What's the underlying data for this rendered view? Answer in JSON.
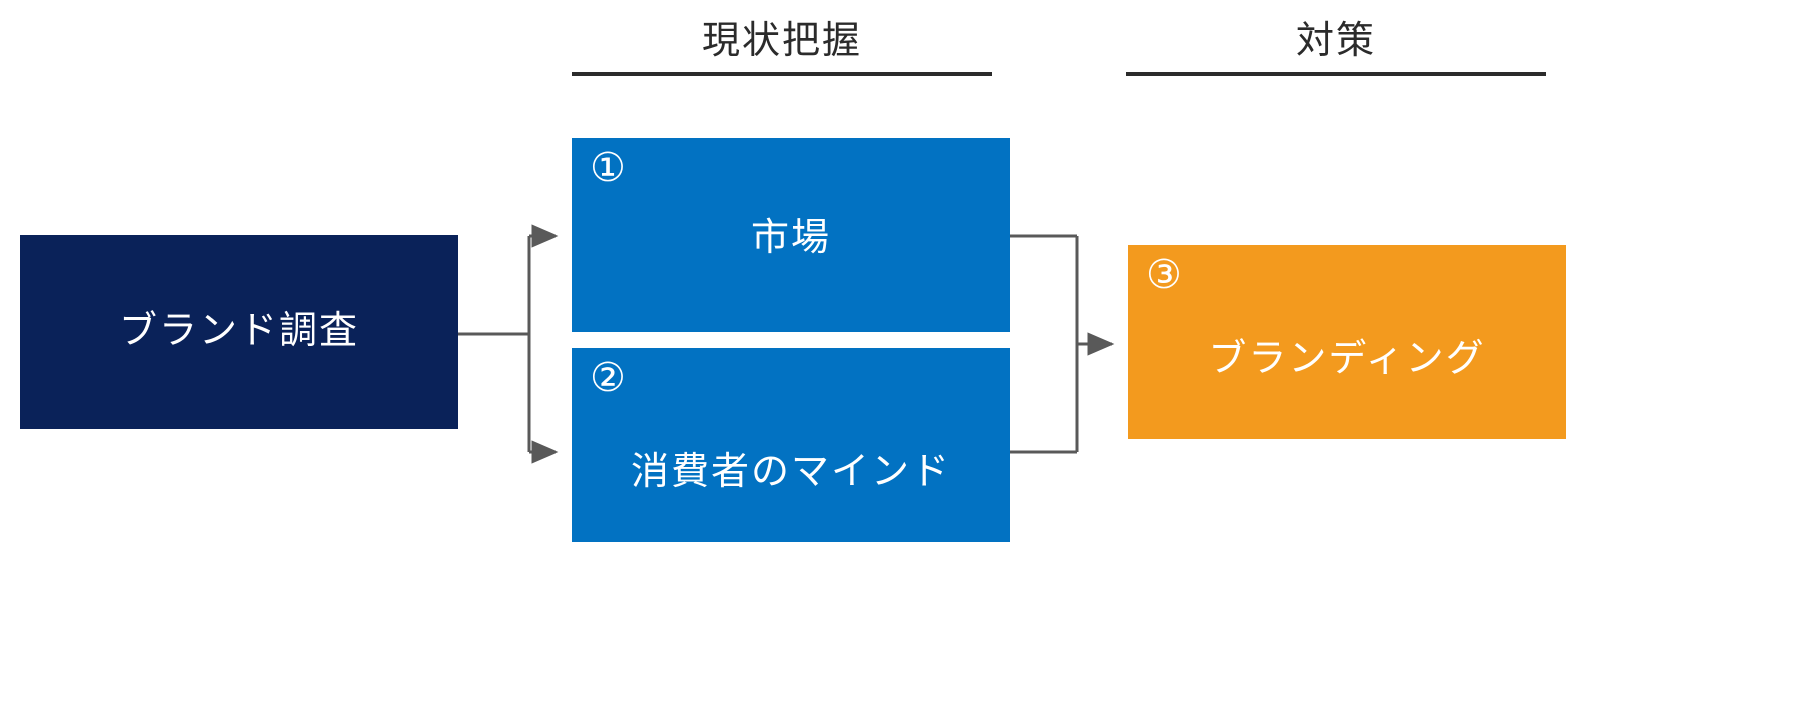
{
  "diagram": {
    "title_present": false,
    "background_color": "#ffffff",
    "headers": [
      {
        "id": "genjou-haaku",
        "label": "現状把握",
        "rule_color": "#2b2b2b"
      },
      {
        "id": "taisaku",
        "label": "対策",
        "rule_color": "#2b2b2b"
      }
    ],
    "nodes": [
      {
        "id": "brand-research",
        "label": "ブランド調査",
        "badge": "",
        "fill": "#0A2259",
        "text_color": "#ffffff"
      },
      {
        "id": "market",
        "label": "市場",
        "badge": "①",
        "fill": "#0272C2",
        "text_color": "#ffffff"
      },
      {
        "id": "consumer-mind",
        "label": "消費者のマインド",
        "badge": "②",
        "fill": "#0272C2",
        "text_color": "#ffffff"
      },
      {
        "id": "branding",
        "label": "ブランディング",
        "badge": "③",
        "fill": "#F39A1E",
        "text_color": "#ffffff"
      }
    ],
    "connectors": {
      "line_color": "#595959",
      "arrow_color": "#595959",
      "edges": [
        {
          "from": "brand-research",
          "to": "market"
        },
        {
          "from": "brand-research",
          "to": "consumer-mind"
        },
        {
          "from": "market",
          "to": "branding"
        },
        {
          "from": "consumer-mind",
          "to": "branding"
        }
      ]
    }
  }
}
